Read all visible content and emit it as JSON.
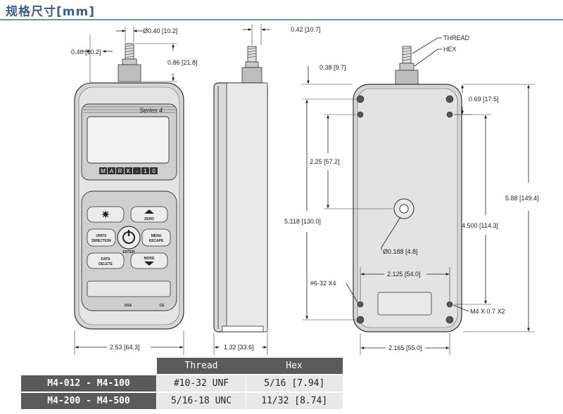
{
  "title": "规格尺寸[mm]",
  "front_view": {
    "series_label": "Series 4",
    "brand_letters": [
      "M",
      "A",
      "R",
      "K",
      "-",
      "1",
      "0"
    ],
    "keys": {
      "zero": "ZERO",
      "units": "UNITS",
      "units_sub": "DIRECTION",
      "menu": "MENU",
      "menu_sub": "ESCAPE",
      "enter": "ENTER",
      "data": "DATA",
      "data_sub": "DELETE",
      "mode": "MODE"
    },
    "usa_label": "USA",
    "ce_label": "CE"
  },
  "dimensions": {
    "shaft_dia": "Ø0.40 [10.2]",
    "shaft_offset": "0.40 [10.2]",
    "shaft_length": "0.86 [21.8]",
    "front_width": "2.53 [64.3]",
    "side_shaft": "0.42 [10.7]",
    "side_depth": "1.32 [33.6]",
    "thread_label": "THREAD",
    "hex_label": "HEX",
    "top_offset": "0.38 [9.7]",
    "hole_offset": "0.69 [17.5]",
    "hole_to_center": "2.25 [57.2]",
    "total_height": "5.88 [149.4]",
    "back_height": "5.118 [130.0]",
    "hole_spacing_v": "4.500 [114.3]",
    "center_hole": "Ø0.188 [4.8]",
    "hole_spacing_h": "2.125 [54.0]",
    "screw_6_32": "#6-32 X4",
    "screw_m4": "M4 X 0.7 X2",
    "back_width": "2.165 [55.0]"
  },
  "spec_table": {
    "headers": [
      "Thread",
      "Hex"
    ],
    "rows": [
      {
        "model": "M4-012 - M4-100",
        "thread": "#10-32 UNF",
        "hex": "5/16 [7.94]"
      },
      {
        "model": "M4-200 - M4-500",
        "thread": "5/16-18 UNC",
        "hex": "11/32 [8.74]"
      }
    ]
  }
}
